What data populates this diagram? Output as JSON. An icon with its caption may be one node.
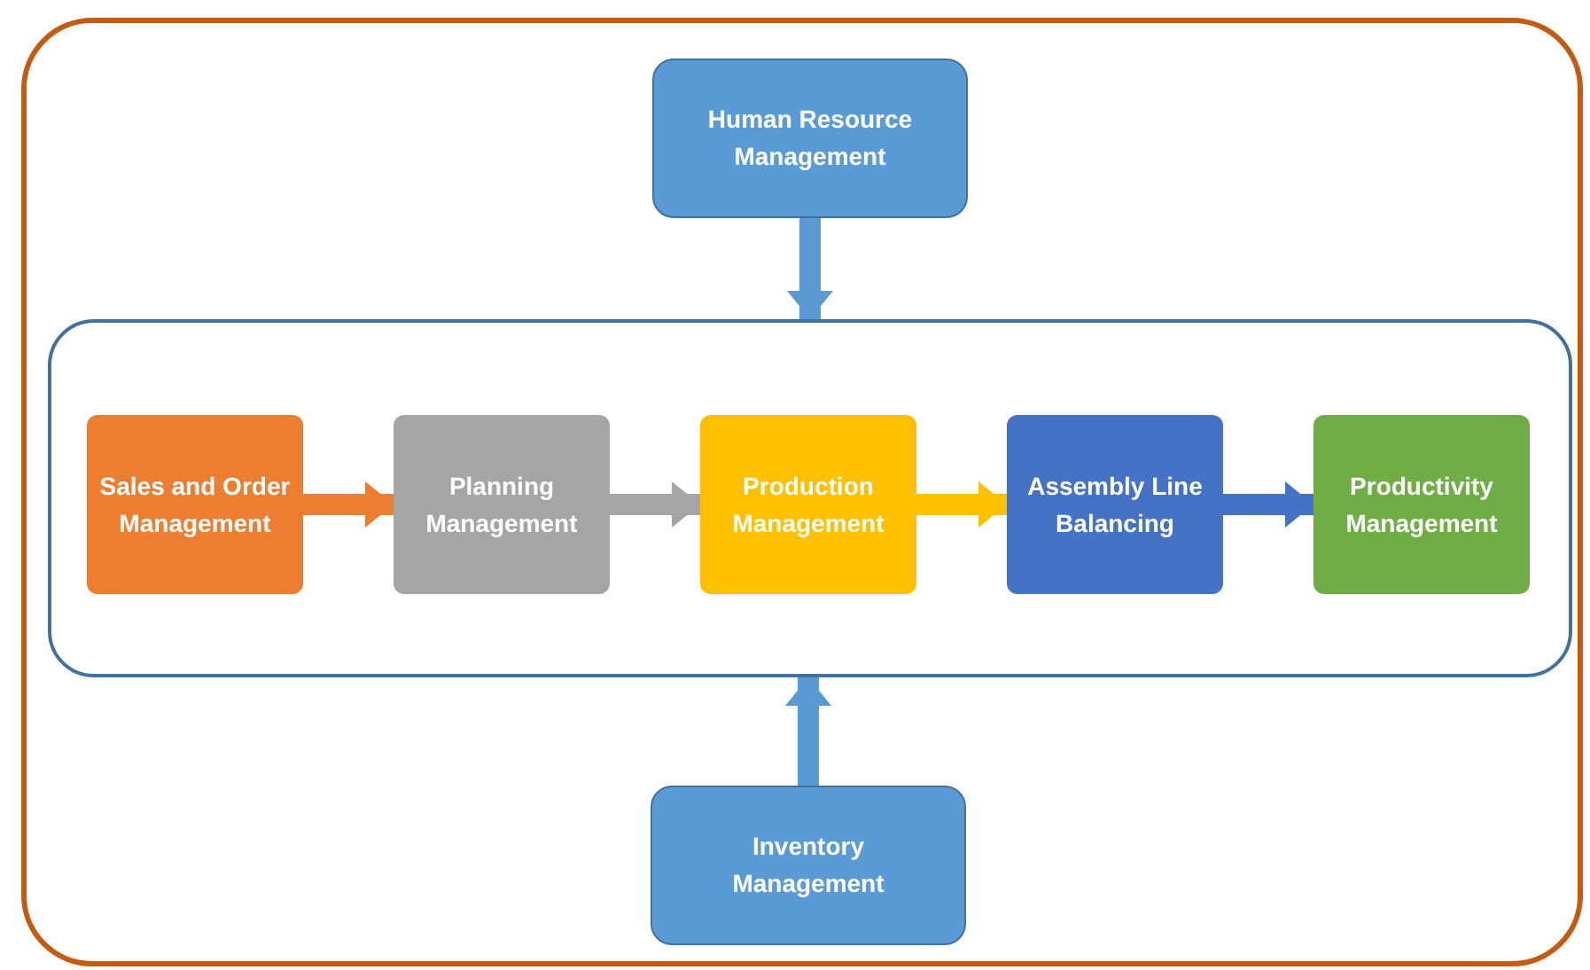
{
  "diagram": {
    "nodes": [
      {
        "text": [],
        "shape": "box"
      },
      {
        "text": [
          "Human Resource Management"
        ],
        "in": 0
      },
      {
        "text": [],
        "shape": "box",
        "in": 0
      },
      {
        "text": [
          "Sales and Order Management"
        ],
        "in": 2
      },
      {
        "text": [
          "Planning Management"
        ],
        "in": 2
      },
      {
        "text": [
          "Production Management"
        ],
        "in": 2
      },
      {
        "text": [
          "Assembly Line Balancing"
        ],
        "in": 2
      },
      {
        "text": [
          "Productivity Management"
        ],
        "in": 2
      },
      {
        "text": [
          "Inventory Management"
        ],
        "in": 0
      }
    ],
    "edges": [
      {
        "from": 1,
        "to": 2,
        "arrow": "to",
        "color": "#5b9bd5"
      },
      {
        "from": 3,
        "to": 4,
        "arrow": "to",
        "color": "#ed7d31"
      },
      {
        "from": 4,
        "to": 5,
        "arrow": "to",
        "color": "#a5a5a5"
      },
      {
        "from": 5,
        "to": 6,
        "arrow": "to",
        "color": "#ffc000"
      },
      {
        "from": 6,
        "to": 7,
        "arrow": "to",
        "color": "#4472c4"
      },
      {
        "from": 8,
        "to": 2,
        "arrow": "to",
        "color": "#5b9bd5"
      }
    ]
  }
}
